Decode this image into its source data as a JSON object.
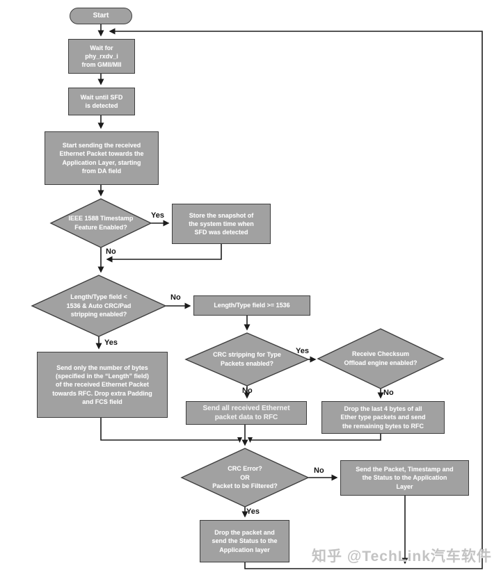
{
  "colors": {
    "node_fill": "#a1a1a1",
    "node_border": "#3d3d3d",
    "line": "#1c1c1c",
    "node_text": "#fcfcfc",
    "label": "#141414",
    "watermark": "#c3c3c3"
  },
  "nodes": {
    "start": {
      "label": "Start"
    },
    "wait_phy": {
      "label": "Wait for\nphy_rxdv_i\nfrom GMII/MII"
    },
    "wait_sfd": {
      "label": "Wait until SFD\nis detected"
    },
    "start_sending": {
      "label": "Start sending the received\nEthernet Packet towards the\nApplication Layer, starting\nfrom DA field"
    },
    "ieee_1588": {
      "label": "IEEE 1588 Timestamp\nFeature Enabled?"
    },
    "store_snapshot": {
      "label": "Store the snapshot of\nthe system time when\nSFD was detected"
    },
    "length_lt": {
      "label": "Length/Type field <\n1536 & Auto CRC/Pad\nstripping enabled?"
    },
    "length_ge": {
      "label": "Length/Type field >= 1536"
    },
    "send_only": {
      "label": "Send only the number of bytes\n(specified in the “Length” field)\nof the received Ethernet Packet\ntowards RFC. Drop extra Padding\nand FCS field"
    },
    "crc_strip": {
      "label": "CRC stripping for Type\nPackets enabled?"
    },
    "rx_checksum": {
      "label": "Receive Checksum\nOffload engine enabled?"
    },
    "send_all": {
      "label": "Send all received Ethernet\npacket data to RFC"
    },
    "drop_last4": {
      "label": "Drop the last 4 bytes of all\nEther type packets and send\nthe remaining bytes to RFC"
    },
    "crc_error": {
      "label": "CRC Error?\nOR\nPacket to be Filtered?"
    },
    "send_packet_ts": {
      "label": "Send the Packet, Timestamp and\nthe Status to the Application\nLayer"
    },
    "drop_packet": {
      "label": "Drop the packet and\nsend the Status to the\nApplication layer"
    }
  },
  "edge_labels": {
    "ieee_yes": "Yes",
    "ieee_no": "No",
    "length_no": "No",
    "length_yes": "Yes",
    "crc_strip_yes": "Yes",
    "crc_strip_no": "No",
    "checksum_no": "No",
    "crc_error_no": "No",
    "crc_error_yes": "Yes"
  },
  "watermark": "知乎 @TechLink汽车软件"
}
